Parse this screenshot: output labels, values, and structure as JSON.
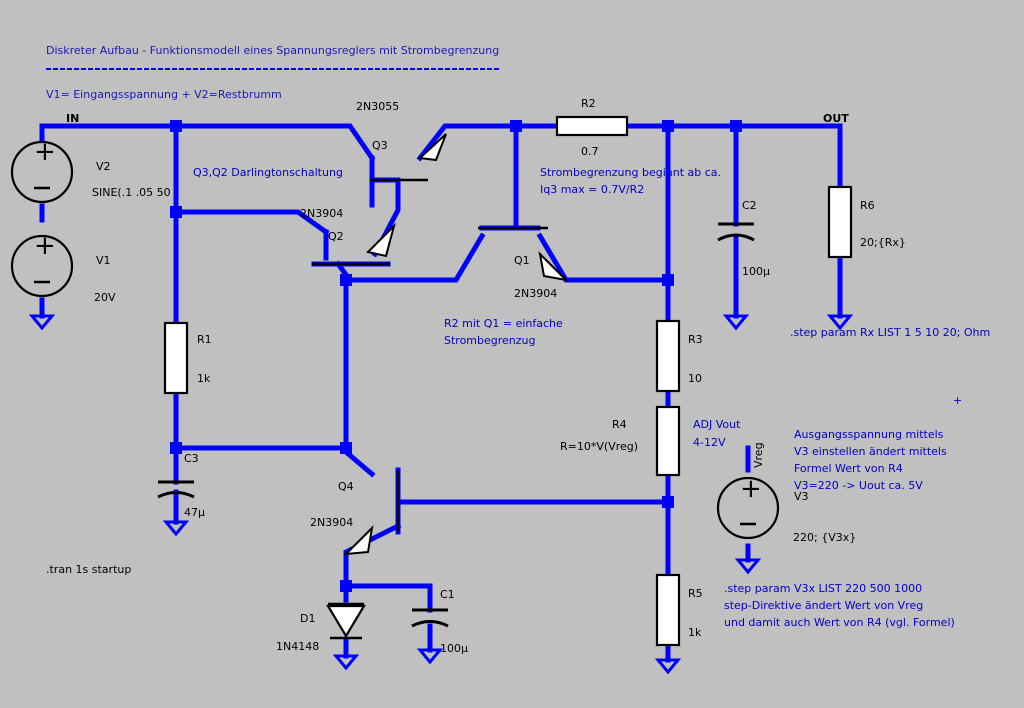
{
  "header": {
    "title": "Diskreter Aufbau - Funktionsmodell eines Spannungsreglers mit Strombegrenzung",
    "subtitle": "V1= Eingangsspannung + V2=Restbrumm"
  },
  "nets": {
    "in": "IN",
    "out": "OUT"
  },
  "components": {
    "v2": {
      "name": "V2",
      "value": "SINE(.1 .05 50"
    },
    "v1": {
      "name": "V1",
      "value": "20V"
    },
    "v3": {
      "name": "V3",
      "value": "220; {V3x}",
      "net": "Vreg"
    },
    "q1": {
      "name": "Q1",
      "model": "2N3904"
    },
    "q2": {
      "name": "Q2",
      "model": "2N3904"
    },
    "q3": {
      "name": "Q3",
      "model": "2N3055"
    },
    "q4": {
      "name": "Q4",
      "model": "2N3904"
    },
    "r1": {
      "name": "R1",
      "value": "1k"
    },
    "r2": {
      "name": "R2",
      "value": "0.7"
    },
    "r3": {
      "name": "R3",
      "value": "10"
    },
    "r4": {
      "name": "R4",
      "value": "R=10*V(Vreg)"
    },
    "r5": {
      "name": "R5",
      "value": "1k"
    },
    "r6": {
      "name": "R6",
      "value": "20;{Rx}"
    },
    "c1": {
      "name": "C1",
      "value": "100µ"
    },
    "c2": {
      "name": "C2",
      "value": "100µ"
    },
    "c3": {
      "name": "C3",
      "value": "47µ"
    },
    "d1": {
      "name": "D1",
      "model": "1N4148"
    }
  },
  "notes": {
    "darlington": "Q3,Q2 Darlingtonschaltung",
    "strom_line1": "Strombegrenzung beginnt ab ca.",
    "strom_line2": "Iq3 max = 0.7V/R2",
    "r2q1_line1": "R2 mit Q1 = einfache",
    "r2q1_line2": "Strombegrenzug",
    "adj_line1": "ADJ Vout",
    "adj_line2": "4-12V",
    "ausgang_line1": "Ausgangsspannung  mittels",
    "ausgang_line2": "V3 einstellen ändert mittels",
    "ausgang_line3": "Formel Wert von R4",
    "ausgang_line4": "V3=220 -> Uout ca. 5V",
    "step_line1": "step-Direktive ändert Wert von Vreg",
    "step_line2": "und damit auch Wert von R4 (vgl. Formel)"
  },
  "directives": {
    "tran": ".tran 1s startup",
    "step_rx": ".step param Rx LIST 1 5 10 20; Ohm",
    "step_v3x": ".step param V3x LIST 220 500  1000"
  }
}
